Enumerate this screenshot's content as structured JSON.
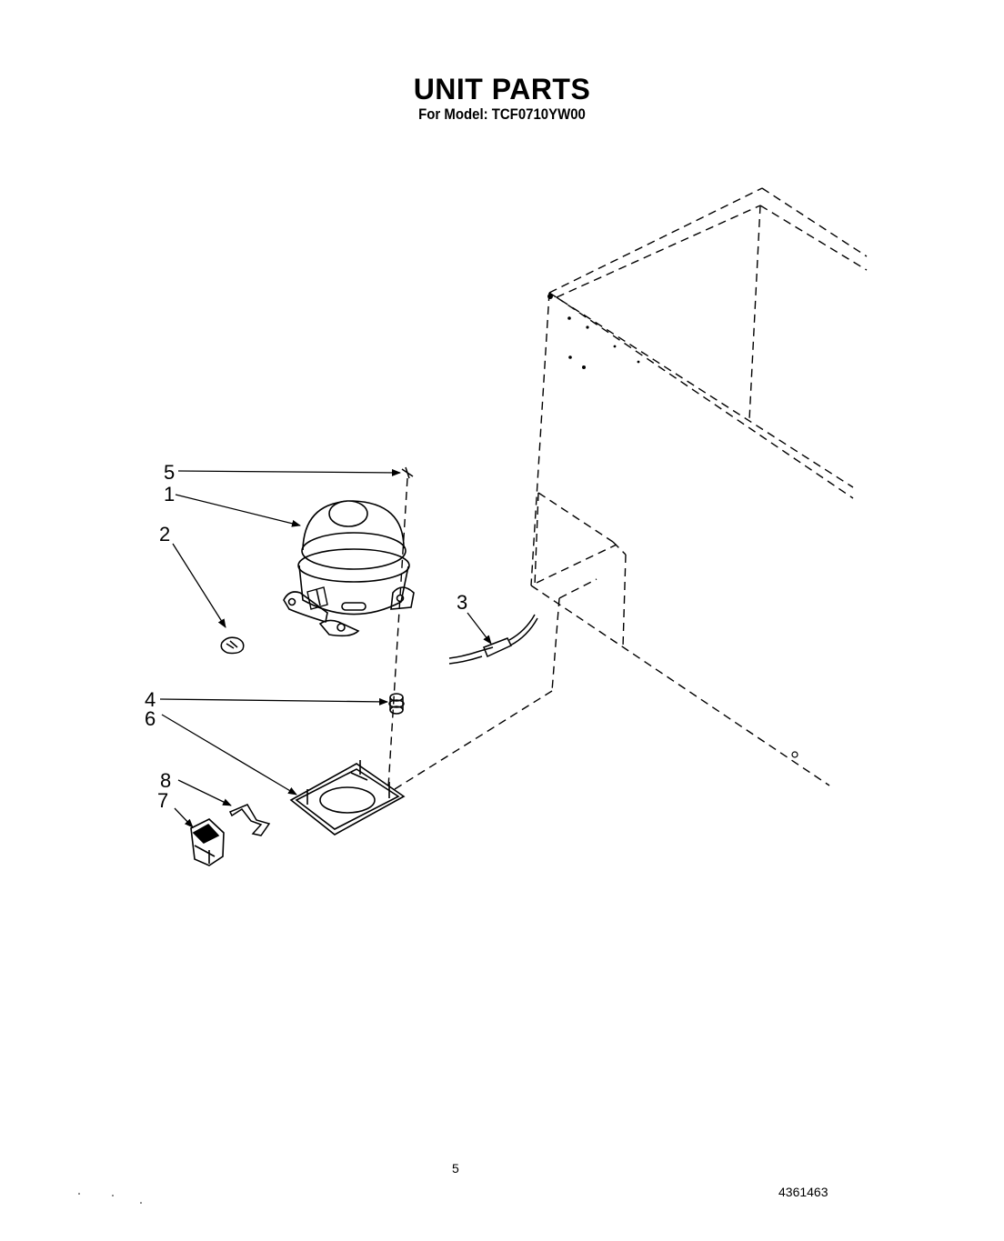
{
  "title": "UNIT PARTS",
  "subtitle": "For Model: TCF0710YW00",
  "callouts": [
    "5",
    "1",
    "2",
    "3",
    "4",
    "6",
    "8",
    "7"
  ],
  "page_number": "5",
  "document_number": "4361463"
}
